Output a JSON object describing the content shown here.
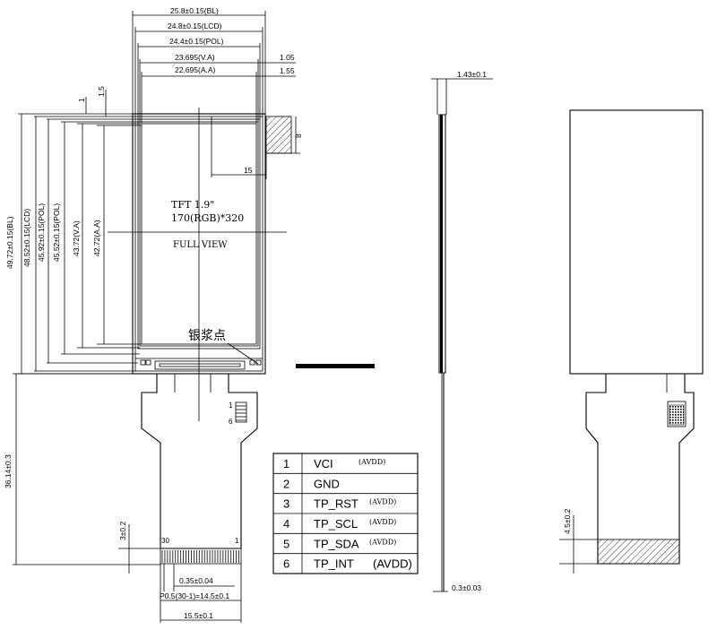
{
  "front": {
    "width_dims": [
      "25.8±0.15(BL)",
      "24.8±0.15(LCD)",
      "24.4±0.15(POL)",
      "23.695(V.A)",
      "22.695(A.A)"
    ],
    "right_offsets": [
      "1.05",
      "1.55"
    ],
    "left_offsets": [
      "1",
      "1.5"
    ],
    "height_dims": [
      "49.72±0.15(BL)",
      "48.52±0.15(LCD)",
      "45.92±0.15(POL)",
      "45.52±0.15(POL)",
      "43.72(V.A)",
      "42.72(A.A)"
    ],
    "corner_dims": [
      "8",
      "15"
    ],
    "screen_text": [
      "TFT 1.9\"",
      "170(RGB)*320",
      "FULL VIEW"
    ],
    "silver_label": "银浆点",
    "fpc_height": "36.14±0.3",
    "fpc_tail": "3±0.2",
    "pin_first": "30",
    "pin_last": "1",
    "tp_pin_1": "1",
    "tp_pin_6": "6",
    "pitch": "0.35±0.04",
    "pitch_total": "P0.5(30-1)=14.5±0.1",
    "fpc_width": "15.5±0.1"
  },
  "side": {
    "thickness": "1.43±0.1",
    "fpc_thickness": "0.3±0.03"
  },
  "back": {
    "tail_dim": "4.5±0.2"
  },
  "pin_table": [
    {
      "no": "1",
      "name": "VCI",
      "note": "(AVDD)"
    },
    {
      "no": "2",
      "name": "GND",
      "note": ""
    },
    {
      "no": "3",
      "name": "TP_RST",
      "note": "(AVDD)"
    },
    {
      "no": "4",
      "name": "TP_SCL",
      "note": "(AVDD)"
    },
    {
      "no": "5",
      "name": "TP_SDA",
      "note": "(AVDD)"
    },
    {
      "no": "6",
      "name": "TP_INT",
      "note": "(AVDD)"
    }
  ]
}
